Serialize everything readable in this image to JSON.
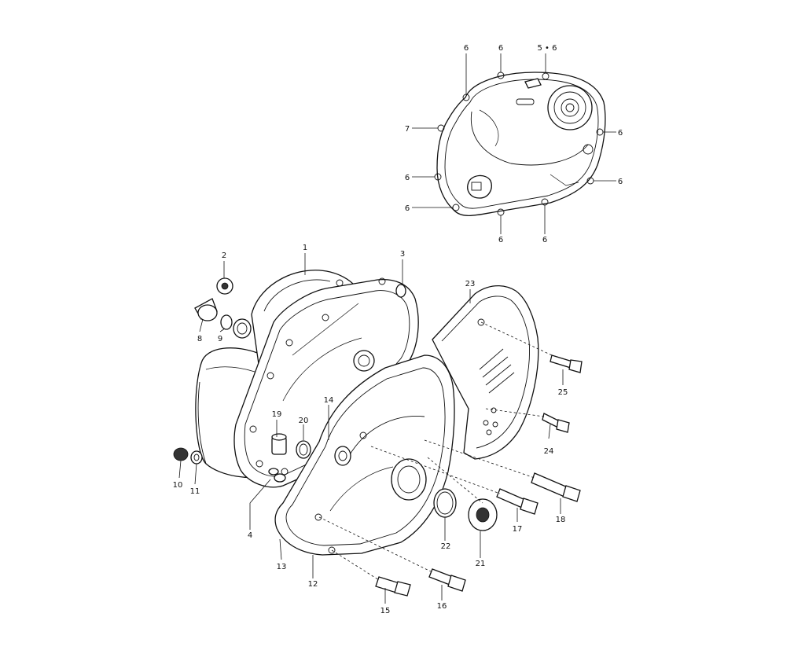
{
  "diagram": {
    "callouts": [
      {
        "id": "c-top-6a",
        "text": "6"
      },
      {
        "id": "c-top-6b",
        "text": "6"
      },
      {
        "id": "c-top-56",
        "text": "5 • 6"
      },
      {
        "id": "c-top-7",
        "text": "7"
      },
      {
        "id": "c-top-6c",
        "text": "6"
      },
      {
        "id": "c-top-6d",
        "text": "6"
      },
      {
        "id": "c-top-6e",
        "text": "6"
      },
      {
        "id": "c-top-6f",
        "text": "6"
      },
      {
        "id": "c-top-6g",
        "text": "6"
      },
      {
        "id": "c-top-6h",
        "text": "6"
      },
      {
        "id": "c-1",
        "text": "1"
      },
      {
        "id": "c-2",
        "text": "2"
      },
      {
        "id": "c-3",
        "text": "3"
      },
      {
        "id": "c-4",
        "text": "4"
      },
      {
        "id": "c-8",
        "text": "8"
      },
      {
        "id": "c-9",
        "text": "9"
      },
      {
        "id": "c-10",
        "text": "10"
      },
      {
        "id": "c-11",
        "text": "11"
      },
      {
        "id": "c-12",
        "text": "12"
      },
      {
        "id": "c-13",
        "text": "13"
      },
      {
        "id": "c-14",
        "text": "14"
      },
      {
        "id": "c-15",
        "text": "15"
      },
      {
        "id": "c-16",
        "text": "16"
      },
      {
        "id": "c-17",
        "text": "17"
      },
      {
        "id": "c-18",
        "text": "18"
      },
      {
        "id": "c-19",
        "text": "19"
      },
      {
        "id": "c-20",
        "text": "20"
      },
      {
        "id": "c-21",
        "text": "21"
      },
      {
        "id": "c-22",
        "text": "22"
      },
      {
        "id": "c-23",
        "text": "23"
      },
      {
        "id": "c-24",
        "text": "24"
      },
      {
        "id": "c-25",
        "text": "25"
      }
    ],
    "colors": {
      "ink": "#111111",
      "paper": "#ffffff",
      "shade": "#cfcfcf"
    }
  }
}
